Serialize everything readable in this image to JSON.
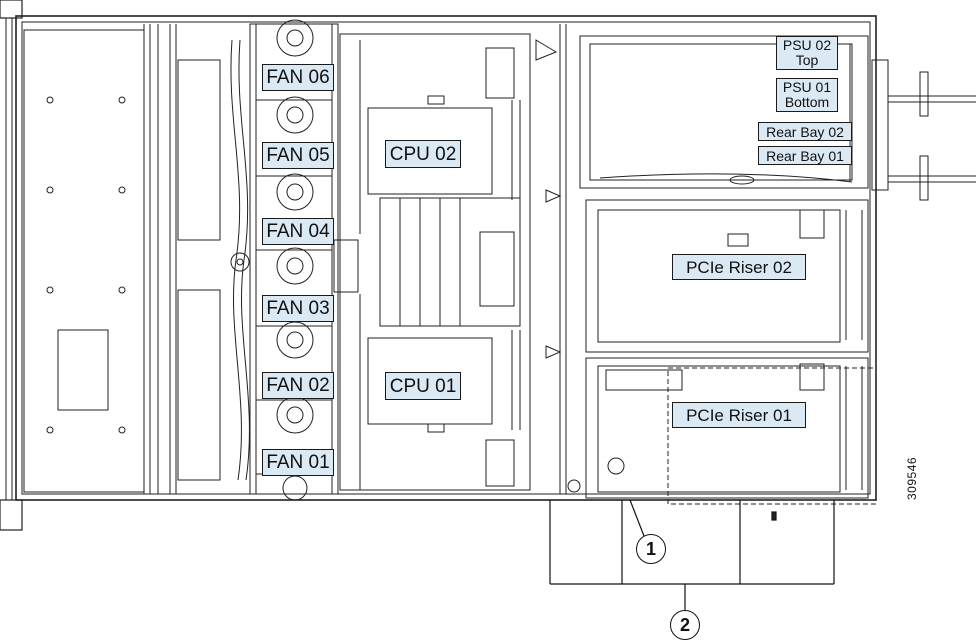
{
  "labels": {
    "fan_06": "FAN 06",
    "fan_05": "FAN 05",
    "fan_04": "FAN 04",
    "fan_03": "FAN 03",
    "fan_02": "FAN 02",
    "fan_01": "FAN 01",
    "cpu_02": "CPU 02",
    "cpu_01": "CPU 01",
    "psu_02_line1": "PSU 02",
    "psu_02_line2": "Top",
    "psu_01_line1": "PSU 01",
    "psu_01_line2": "Bottom",
    "rear_bay_02": "Rear Bay 02",
    "rear_bay_01": "Rear Bay 01",
    "pcie_riser_02": "PCIe Riser 02",
    "pcie_riser_01": "PCIe Riser 01"
  },
  "callouts": {
    "one": "1",
    "two": "2"
  },
  "figure_id": "309546"
}
